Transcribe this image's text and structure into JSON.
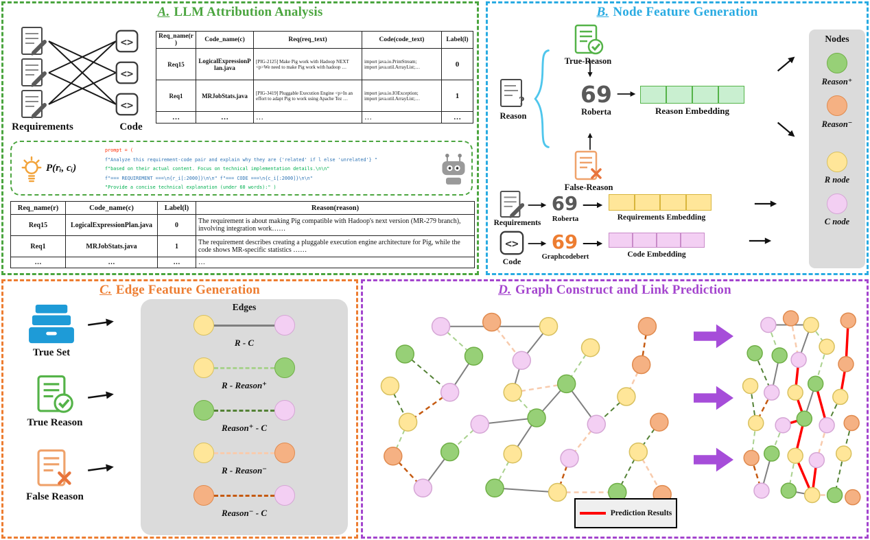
{
  "colors": {
    "panel": {
      "a": "#4BA53F",
      "b": "#29ABE2",
      "c": "#ED7D31",
      "d": "#A445CE"
    },
    "node": {
      "yellow": {
        "fill": "#FFE699",
        "stroke": "#D8C05E"
      },
      "green": {
        "fill": "#97D077",
        "stroke": "#6FAF46"
      },
      "pink": {
        "fill": "#F3CFF3",
        "stroke": "#D5A6D5"
      },
      "orange": {
        "fill": "#F5B183",
        "stroke": "#E08A4E"
      }
    },
    "edge": {
      "gray": {
        "stroke": "#7F7F7F",
        "dash": "",
        "w": 2
      },
      "gr": {
        "stroke": "#538135",
        "dash": "7,5",
        "w": 2
      },
      "grl": {
        "stroke": "#A9D18E",
        "dash": "7,5",
        "w": 2
      },
      "lo": {
        "stroke": "#F8CBAD",
        "dash": "7,5",
        "w": 2.5
      },
      "do": {
        "stroke": "#C55A11",
        "dash": "7,5",
        "w": 2.5
      },
      "red": {
        "stroke": "#FF0000",
        "dash": "",
        "w": 3.5
      }
    },
    "block_arrow": "#A64DD9",
    "prediction_line": "#FF0000"
  },
  "panels": {
    "a": {
      "label": "A.",
      "title": "LLM Attribution Analysis",
      "requirements_label": "Requirements",
      "code_label": "Code",
      "formula": "P(rᵢ, cᵢ)",
      "table1": {
        "headers": [
          "Req_name(r)",
          "Code_name(c)",
          "Req(req_text)",
          "Code(code_text)",
          "Label(l)"
        ],
        "rows": [
          [
            "Req15",
            "LogicalExpressionPlan.java",
            "[PIG-2125] Make Pig work with Hadoop NEXT <p>We need to make Pig work with hadoop …",
            "import java.io.PrintStream;\nimport java.util.ArrayList;…",
            "0"
          ],
          [
            "Req1",
            "MRJobStats.java",
            "[PIG-3419] Pluggable Execution Engine <p>In an effort to adapt Pig to work using Apache Tez …",
            "import java.io.IOException;\nimport java.util.ArrayList;…",
            "1"
          ],
          [
            "…",
            "…",
            "…",
            "…",
            "…"
          ]
        ]
      },
      "prompt": {
        "lines": [
          {
            "text": "prompt = (",
            "color": "red"
          },
          {
            "text": "f\"Analyze this requirement-code pair and explain why they are {'related' if l else 'unrelated'} \"",
            "color": "blue"
          },
          {
            "text": "f\"based on their actual content. Focus on technical implementation details.\\n\\n\"",
            "color": "green"
          },
          {
            "text": "f\"=== REQUIREMENT ===\\n{r_i[:2000]}\\n\\n\" f\"=== CODE ===\\n{c_i[:2000]}\\n\\n\"",
            "color": "blue"
          },
          {
            "text": "\"Provide a concise technical explanation (under 60 words):\" )",
            "color": "green"
          }
        ]
      },
      "table2": {
        "headers": [
          "Req_name(r)",
          "Code_name(c)",
          "Label(l)",
          "Reason(reason)"
        ],
        "rows": [
          [
            "Req15",
            "LogicalExpressionPlan.java",
            "0",
            "The requirement is about making Pig compatible with Hadoop's next version (MR-279 branch), involving integration work……"
          ],
          [
            "Req1",
            "MRJobStats.java",
            "1",
            "The requirement describes creating a pluggable execution engine architecture for Pig, while the code shows MR-specific statistics ……"
          ],
          [
            "…",
            "…",
            "…",
            "…"
          ]
        ]
      }
    },
    "b": {
      "label": "B.",
      "title": "Node Feature Generation",
      "reason_label": "Reason",
      "true_reason_label": "True-Reason",
      "false_reason_label": "False-Reason",
      "roberta_label": "Roberta",
      "roberta2_label": "Roberta",
      "graphcodebert_label": "Graphcodebert",
      "requirements_label": "Requirements",
      "code_label": "Code",
      "reason_embedding_label": "Reason Embedding",
      "requirements_embedding_label": "Requirements Embedding",
      "code_embedding_label": "Code Embedding",
      "nodes_panel": {
        "title": "Nodes",
        "items": [
          {
            "color": "green",
            "label": "Reason⁺"
          },
          {
            "color": "orange",
            "label": "Reason⁻"
          },
          {
            "color": "yellow",
            "label": "R node"
          },
          {
            "color": "pink",
            "label": "C node"
          }
        ]
      }
    },
    "c": {
      "label": "C.",
      "title": "Edge Feature Generation",
      "sources": [
        {
          "icon": "true-set",
          "label": "True Set"
        },
        {
          "icon": "true-reason",
          "label": "True Reason"
        },
        {
          "icon": "false-reason",
          "label": "False Reason"
        }
      ],
      "edges_panel": {
        "title": "Edges",
        "rows": [
          {
            "from": "yellow",
            "to": "pink",
            "style": "gray",
            "label": "R  -  C"
          },
          {
            "from": "yellow",
            "to": "green",
            "style": "grl",
            "label": "R  -  Reason⁺"
          },
          {
            "from": "green",
            "to": "pink",
            "style": "gr",
            "label": "Reason⁺ -  C"
          },
          {
            "from": "yellow",
            "to": "orange",
            "style": "lo",
            "label": "R  -  Reason⁻"
          },
          {
            "from": "orange",
            "to": "pink",
            "style": "do",
            "label": "Reason⁻ -  C"
          }
        ]
      }
    },
    "d": {
      "label": "D.",
      "title": "Graph Construct and Link Prediction",
      "legend": {
        "label": "Prediction Results",
        "line_color": "#FF0000"
      },
      "graph_left": {
        "nodes": [
          [
            "pink",
            21,
            7
          ],
          [
            "orange",
            38,
            5
          ],
          [
            "yellow",
            57,
            7
          ],
          [
            "orange",
            90,
            7
          ],
          [
            "green",
            9,
            20
          ],
          [
            "green",
            32,
            21
          ],
          [
            "pink",
            48,
            23
          ],
          [
            "yellow",
            71,
            17
          ],
          [
            "orange",
            88,
            25
          ],
          [
            "yellow",
            4,
            35
          ],
          [
            "pink",
            24,
            38
          ],
          [
            "yellow",
            45,
            38
          ],
          [
            "green",
            63,
            34
          ],
          [
            "yellow",
            83,
            40
          ],
          [
            "yellow",
            10,
            52
          ],
          [
            "pink",
            34,
            53
          ],
          [
            "green",
            53,
            50
          ],
          [
            "pink",
            73,
            53
          ],
          [
            "orange",
            94,
            52
          ],
          [
            "orange",
            5,
            68
          ],
          [
            "green",
            24,
            66
          ],
          [
            "yellow",
            45,
            67
          ],
          [
            "pink",
            64,
            69
          ],
          [
            "yellow",
            87,
            66
          ],
          [
            "pink",
            15,
            83
          ],
          [
            "green",
            39,
            83
          ],
          [
            "yellow",
            60,
            85
          ],
          [
            "green",
            80,
            85
          ],
          [
            "orange",
            95,
            86
          ]
        ],
        "edges": [
          [
            0,
            2,
            "gray"
          ],
          [
            0,
            5,
            "grl"
          ],
          [
            1,
            6,
            "lo"
          ],
          [
            2,
            6,
            "gray"
          ],
          [
            3,
            8,
            "do"
          ],
          [
            4,
            10,
            "gr"
          ],
          [
            5,
            10,
            "gray"
          ],
          [
            6,
            11,
            "gray"
          ],
          [
            7,
            12,
            "grl"
          ],
          [
            8,
            13,
            "lo"
          ],
          [
            9,
            14,
            "gr"
          ],
          [
            10,
            14,
            "do"
          ],
          [
            11,
            16,
            "grl"
          ],
          [
            12,
            16,
            "gray"
          ],
          [
            13,
            17,
            "gr"
          ],
          [
            15,
            16,
            "gray"
          ],
          [
            15,
            20,
            "grl"
          ],
          [
            16,
            21,
            "gray"
          ],
          [
            17,
            22,
            "lo"
          ],
          [
            18,
            23,
            "gr"
          ],
          [
            19,
            24,
            "do"
          ],
          [
            20,
            24,
            "gray"
          ],
          [
            21,
            25,
            "grl"
          ],
          [
            22,
            26,
            "do"
          ],
          [
            23,
            27,
            "gr"
          ],
          [
            25,
            26,
            "gray"
          ],
          [
            26,
            27,
            "lo"
          ],
          [
            14,
            19,
            "grl"
          ],
          [
            11,
            12,
            "lo"
          ],
          [
            12,
            17,
            "gray"
          ],
          [
            23,
            28,
            "lo"
          ]
        ]
      },
      "graph_right": {
        "nodes": [
          [
            "pink",
            20,
            8
          ],
          [
            "orange",
            40,
            5
          ],
          [
            "yellow",
            58,
            8
          ],
          [
            "orange",
            91,
            6
          ],
          [
            "green",
            8,
            21
          ],
          [
            "green",
            30,
            22
          ],
          [
            "pink",
            47,
            24
          ],
          [
            "yellow",
            72,
            18
          ],
          [
            "orange",
            89,
            26
          ],
          [
            "yellow",
            4,
            36
          ],
          [
            "pink",
            23,
            39
          ],
          [
            "yellow",
            44,
            39
          ],
          [
            "green",
            62,
            35
          ],
          [
            "yellow",
            84,
            41
          ],
          [
            "yellow",
            9,
            53
          ],
          [
            "pink",
            33,
            54
          ],
          [
            "green",
            52,
            51
          ],
          [
            "pink",
            72,
            54
          ],
          [
            "orange",
            94,
            53
          ],
          [
            "orange",
            5,
            69
          ],
          [
            "green",
            23,
            67
          ],
          [
            "yellow",
            44,
            68
          ],
          [
            "pink",
            63,
            70
          ],
          [
            "yellow",
            87,
            67
          ],
          [
            "pink",
            14,
            84
          ],
          [
            "green",
            38,
            84
          ],
          [
            "yellow",
            59,
            86
          ],
          [
            "green",
            79,
            86
          ],
          [
            "orange",
            95,
            87
          ]
        ],
        "edges": [
          [
            0,
            2,
            "gray"
          ],
          [
            0,
            5,
            "grl"
          ],
          [
            1,
            6,
            "lo"
          ],
          [
            3,
            8,
            "red"
          ],
          [
            4,
            10,
            "gr"
          ],
          [
            5,
            10,
            "gray"
          ],
          [
            6,
            11,
            "red"
          ],
          [
            7,
            12,
            "grl"
          ],
          [
            8,
            13,
            "red"
          ],
          [
            9,
            14,
            "gr"
          ],
          [
            10,
            14,
            "do"
          ],
          [
            11,
            16,
            "red"
          ],
          [
            12,
            16,
            "gray"
          ],
          [
            13,
            17,
            "gr"
          ],
          [
            15,
            16,
            "red"
          ],
          [
            15,
            20,
            "grl"
          ],
          [
            16,
            21,
            "red"
          ],
          [
            17,
            22,
            "lo"
          ],
          [
            18,
            23,
            "gr"
          ],
          [
            19,
            24,
            "do"
          ],
          [
            20,
            24,
            "gray"
          ],
          [
            21,
            25,
            "grl"
          ],
          [
            22,
            26,
            "red"
          ],
          [
            23,
            27,
            "gr"
          ],
          [
            25,
            26,
            "gray"
          ],
          [
            26,
            27,
            "lo"
          ],
          [
            14,
            19,
            "grl"
          ],
          [
            2,
            6,
            "gray"
          ],
          [
            12,
            17,
            "red"
          ],
          [
            21,
            26,
            "red"
          ],
          [
            2,
            7,
            "grl"
          ]
        ]
      }
    }
  }
}
